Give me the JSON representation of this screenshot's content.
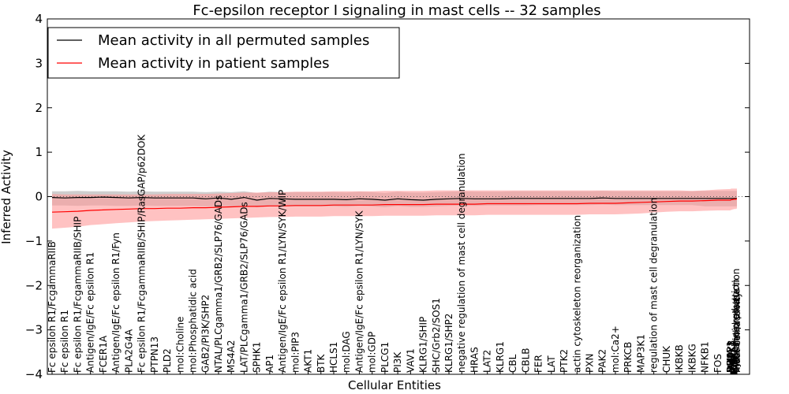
{
  "chart_data": {
    "type": "line",
    "title": "Fc-epsilon receptor I signaling in mast cells -- 32 samples",
    "xlabel": "Cellular Entities",
    "ylabel": "Inferred Activity",
    "ylim": [
      -4,
      4
    ],
    "yticks": [
      -4,
      -3,
      -2,
      -1,
      0,
      1,
      2,
      3,
      4
    ],
    "grid": false,
    "legend_position": "top-left",
    "categories": [
      "Fc epsilon R1/FcgammaRIIB",
      "Fc epsilon R1",
      "Fc epsilon R1/FcgammaRIIB/SHIP",
      "Antigen/IgE/Fc epsilon R1",
      "FCER1A",
      "Antigen/IgE/Fc epsilon R1/Fyn",
      "PLA2G4A",
      "Fc epsilon R1/FcgammaRIIB/SHIP/RasGAP/p62DOK",
      "PTPN13",
      "PLD2",
      "mol:Choline",
      "mol:Phosphatidic acid",
      "GAB2/PI3K/SHP2",
      "NTAL/PLCgamma1/GRB2/SLP76/GADs",
      "MS4A2",
      "LAT/PLCgamma1/GRB2/SLP76/GADs",
      "SPHK1",
      "AP1",
      "Antigen/IgE/Fc epsilon R1/LYN/SYK/WIP",
      "mol:PIP3",
      "AKT1",
      "BTK",
      "HCLS1",
      "mol:DAG",
      "Antigen/IgE/Fc epsilon R1/LYN/SYK",
      "mol:GDP",
      "PLCG1",
      "PI3K",
      "VAV1",
      "KLRG1/SHIP",
      "SHC/Grb2/SOS1",
      "KLRG1/SHP2",
      "negative regulation of mast cell degranulation",
      "HRAS",
      "LAT2",
      "KLRG1",
      "CBL",
      "CBLB",
      "FER",
      "LAT",
      "PTK2",
      "actin cytoskeleton reorganization",
      "PXN",
      "PAK2",
      "mol:Ca2+",
      "PRKCB",
      "MAP3K1",
      "regulation of mast cell degranulation",
      "CHUK",
      "IKBKB",
      "IKBKG",
      "NFKB1",
      "FOS",
      "DUSP1",
      "RELA",
      "JUN",
      "MAPK8",
      "MAPK3",
      "MAPK1",
      "IL4",
      "IL13",
      "IL5",
      "IL3",
      "CSF2",
      "TNF",
      "cytokine production",
      "eicosanoid production",
      "histamine release",
      "mast cell activity"
    ],
    "series": [
      {
        "name": "Mean activity in all permuted samples",
        "color": "#000000",
        "band_color": "#9e9e9e",
        "values": [
          -0.02,
          -0.03,
          -0.02,
          -0.02,
          -0.01,
          -0.02,
          -0.03,
          -0.02,
          -0.03,
          -0.03,
          -0.03,
          -0.03,
          -0.05,
          -0.03,
          -0.06,
          -0.02,
          -0.08,
          -0.04,
          -0.05,
          -0.06,
          -0.06,
          -0.06,
          -0.06,
          -0.07,
          -0.05,
          -0.06,
          -0.08,
          -0.05,
          -0.07,
          -0.08,
          -0.06,
          -0.05,
          -0.04,
          -0.05,
          -0.05,
          -0.05,
          -0.04,
          -0.04,
          -0.04,
          -0.04,
          -0.04,
          -0.04,
          -0.04,
          -0.03,
          -0.04,
          -0.04,
          -0.04,
          -0.04,
          -0.04,
          -0.04,
          -0.04,
          -0.04,
          -0.04,
          -0.04,
          -0.04,
          -0.04,
          -0.04,
          -0.04,
          -0.04,
          -0.04,
          -0.04,
          -0.04,
          -0.04,
          -0.04,
          -0.04,
          -0.04,
          -0.04,
          -0.04,
          -0.04
        ],
        "lower": [
          -0.2,
          -0.2,
          -0.21,
          -0.2,
          -0.2,
          -0.21,
          -0.21,
          -0.2,
          -0.21,
          -0.21,
          -0.21,
          -0.21,
          -0.22,
          -0.21,
          -0.22,
          -0.2,
          -0.24,
          -0.21,
          -0.22,
          -0.22,
          -0.22,
          -0.22,
          -0.22,
          -0.23,
          -0.21,
          -0.22,
          -0.24,
          -0.21,
          -0.23,
          -0.23,
          -0.22,
          -0.21,
          -0.2,
          -0.21,
          -0.2,
          -0.2,
          -0.2,
          -0.2,
          -0.19,
          -0.19,
          -0.19,
          -0.19,
          -0.19,
          -0.18,
          -0.19,
          -0.19,
          -0.19,
          -0.19,
          -0.19,
          -0.19,
          -0.19,
          -0.22,
          -0.22,
          -0.22,
          -0.22,
          -0.22,
          -0.22,
          -0.22,
          -0.22,
          -0.22,
          -0.22,
          -0.22,
          -0.22,
          -0.22,
          -0.22,
          -0.22,
          -0.22,
          -0.22,
          -0.22
        ],
        "upper": [
          0.12,
          0.12,
          0.13,
          0.12,
          0.12,
          0.12,
          0.11,
          0.12,
          0.11,
          0.11,
          0.11,
          0.11,
          0.1,
          0.11,
          0.1,
          0.12,
          0.08,
          0.11,
          0.1,
          0.1,
          0.1,
          0.1,
          0.1,
          0.09,
          0.11,
          0.1,
          0.08,
          0.11,
          0.09,
          0.09,
          0.1,
          0.11,
          0.12,
          0.11,
          0.11,
          0.11,
          0.12,
          0.12,
          0.12,
          0.12,
          0.12,
          0.12,
          0.12,
          0.13,
          0.12,
          0.12,
          0.12,
          0.12,
          0.12,
          0.12,
          0.12,
          0.13,
          0.13,
          0.13,
          0.13,
          0.13,
          0.13,
          0.13,
          0.13,
          0.13,
          0.13,
          0.13,
          0.13,
          0.13,
          0.13,
          0.13,
          0.13,
          0.13,
          0.13
        ]
      },
      {
        "name": "Mean activity in patient samples",
        "color": "#ff0000",
        "band_color": "#ff9a9a",
        "values": [
          -0.35,
          -0.34,
          -0.33,
          -0.31,
          -0.3,
          -0.29,
          -0.28,
          -0.27,
          -0.27,
          -0.26,
          -0.26,
          -0.25,
          -0.25,
          -0.24,
          -0.23,
          -0.22,
          -0.22,
          -0.21,
          -0.21,
          -0.2,
          -0.2,
          -0.2,
          -0.19,
          -0.19,
          -0.19,
          -0.19,
          -0.18,
          -0.18,
          -0.18,
          -0.18,
          -0.17,
          -0.17,
          -0.17,
          -0.17,
          -0.16,
          -0.16,
          -0.16,
          -0.16,
          -0.16,
          -0.16,
          -0.16,
          -0.16,
          -0.15,
          -0.15,
          -0.15,
          -0.14,
          -0.13,
          -0.12,
          -0.11,
          -0.1,
          -0.1,
          -0.09,
          -0.08,
          -0.08,
          -0.08,
          -0.07,
          -0.07,
          -0.07,
          -0.07,
          -0.07,
          -0.06,
          -0.06,
          -0.06,
          -0.06,
          -0.06,
          -0.06,
          -0.06,
          -0.05,
          -0.05
        ],
        "lower": [
          -0.72,
          -0.7,
          -0.68,
          -0.64,
          -0.62,
          -0.6,
          -0.58,
          -0.56,
          -0.55,
          -0.54,
          -0.53,
          -0.52,
          -0.51,
          -0.5,
          -0.49,
          -0.48,
          -0.47,
          -0.46,
          -0.46,
          -0.45,
          -0.45,
          -0.45,
          -0.44,
          -0.44,
          -0.44,
          -0.44,
          -0.43,
          -0.43,
          -0.43,
          -0.43,
          -0.42,
          -0.42,
          -0.42,
          -0.42,
          -0.41,
          -0.41,
          -0.41,
          -0.41,
          -0.41,
          -0.41,
          -0.41,
          -0.41,
          -0.4,
          -0.4,
          -0.4,
          -0.39,
          -0.38,
          -0.36,
          -0.34,
          -0.33,
          -0.33,
          -0.32,
          -0.31,
          -0.31,
          -0.3,
          -0.3,
          -0.3,
          -0.3,
          -0.29,
          -0.29,
          -0.29,
          -0.28,
          -0.28,
          -0.28,
          -0.28,
          -0.28,
          -0.27,
          -0.27,
          -0.27
        ],
        "upper": [
          0.06,
          0.05,
          0.05,
          0.05,
          0.05,
          0.05,
          0.05,
          0.05,
          0.05,
          0.06,
          0.06,
          0.06,
          0.06,
          0.07,
          0.08,
          0.09,
          0.09,
          0.1,
          0.1,
          0.11,
          0.11,
          0.11,
          0.12,
          0.12,
          0.12,
          0.12,
          0.13,
          0.13,
          0.13,
          0.13,
          0.14,
          0.14,
          0.14,
          0.14,
          0.14,
          0.14,
          0.14,
          0.14,
          0.14,
          0.14,
          0.14,
          0.14,
          0.14,
          0.14,
          0.14,
          0.14,
          0.14,
          0.14,
          0.14,
          0.14,
          0.13,
          0.14,
          0.16,
          0.17,
          0.17,
          0.18,
          0.18,
          0.18,
          0.18,
          0.18,
          0.18,
          0.18,
          0.18,
          0.18,
          0.18,
          0.18,
          0.18,
          0.18,
          0.18
        ]
      }
    ]
  }
}
